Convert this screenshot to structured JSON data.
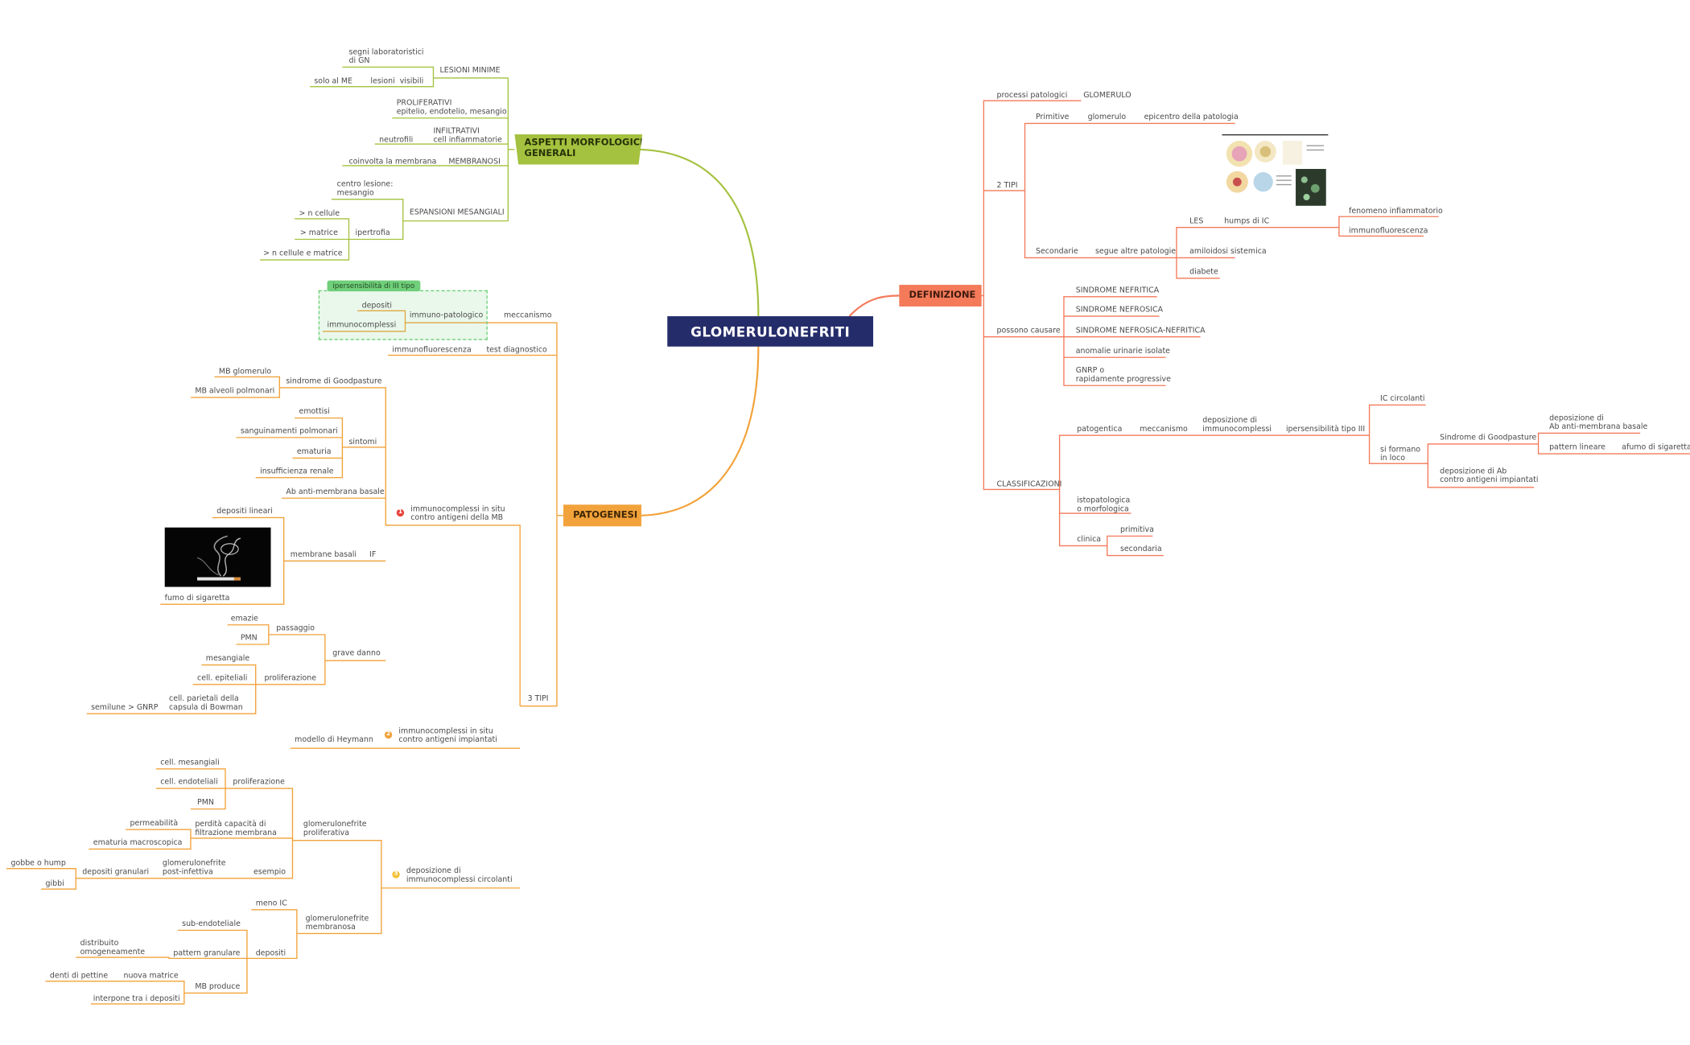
{
  "colors": {
    "root": "#252c6a",
    "green": "#a4c23f",
    "orange": "#f2a23a",
    "salmon": "#f47a5a",
    "boundary": "#6fcf7a"
  },
  "root": {
    "title": "GLOMERULONEFRITI"
  },
  "aspetti": {
    "title": "ASPETTI MORFOLOGICI\nGENERALI",
    "lesioni_minime": "LESIONI MINIME",
    "segni": "segni laboratoristici\ndi GN",
    "lesioni_visibili": "lesioni  visibili",
    "solo_me": "solo al ME",
    "proliferativi": "PROLIFERATIVI\nepitelio, endotelio, mesangio",
    "infiltrativi": "INFILTRATIVI\ncell infiammatorie",
    "neutrofili": "neutrofili",
    "membranosi": "MEMBRANOSI",
    "coinvolta": "coinvolta la membrana",
    "espansioni": "ESPANSIONI MESANGIALI",
    "centro_lesione": "centro lesione:\nmesangio",
    "ipertrofia": "ipertrofia",
    "n_cellule": "> n cellule",
    "matrice": "> matrice",
    "n_cellule_matrice": "> n cellule e matrice"
  },
  "patogenesi": {
    "title": "PATOGENESI",
    "meccanismo": "meccanismo",
    "immuno_patologico": "immuno-patologico",
    "depositi": "depositi",
    "immunocomplessi": "immunocomplessi",
    "tag": "ipersensibilità di III tipo",
    "test_diagnostico": "test diagnostico",
    "immunofluorescenza": "immunofluorescenza",
    "tre_tipi": "3 TIPI",
    "tipo1": {
      "marker": "1",
      "label": "immunocomplessi in situ\ncontro antigeni della MB",
      "goodpasture": "sindrome di Goodpasture",
      "mb_glomerulo": "MB glomerulo",
      "mb_alveoli": "MB alveoli polmonari",
      "sintomi": "sintomi",
      "emottisi": "emottisi",
      "sanguinamenti": "sanguinamenti polmonari",
      "ematuria": "ematuria",
      "insufficienza": "insufficienza renale",
      "ab_anti": "Ab anti-membrana basale",
      "if": "IF",
      "membrane_basali": "membrane basali",
      "depositi_lineari": "depositi lineari",
      "fumo": "fumo di sigaretta",
      "grave_danno": "grave danno",
      "passaggio": "passaggio",
      "emazie": "emazie",
      "pmn": "PMN",
      "proliferazione": "proliferazione",
      "mesangiale": "mesangiale",
      "cell_epiteliali": "cell. epiteliali",
      "cell_parietali": "cell. parietali della\ncapsula di Bowman",
      "semilune": "semilune > GNRP"
    },
    "tipo2": {
      "marker": "2",
      "label": "immunocomplessi in situ\ncontro antigeni impiantati",
      "modello": "modello di Heymann"
    },
    "tipo3": {
      "marker": "3",
      "label": "deposizione di\nimmunocomplessi circolanti",
      "proliferativa": "glomerulonefrite\nproliferativa",
      "proliferazione": "proliferazione",
      "cell_mesangiali": "cell. mesangiali",
      "cell_endoteliali": "cell. endoteliali",
      "pmn": "PMN",
      "perdita": "perdità capacità di\nfiltrazione membrana",
      "permeabilita": "permeabilità",
      "ematuria_macro": "ematuria macroscopica",
      "esempio": "esempio",
      "post_infettiva": "glomerulonefrite\npost-infettiva",
      "depositi_granulari": "depositi granulari",
      "gobbe": "gobbe o hump",
      "gibbi": "gibbi",
      "membranosa": "glomerulonefrite\nmembranosa",
      "meno_ic": "meno IC",
      "depositi": "depositi",
      "sub_endoteliale": "sub-endoteliale",
      "pattern_granulare": "pattern granulare",
      "distribuito": "distribuito\nomogeneamente",
      "mb_produce": "MB produce",
      "nuova_matrice": "nuova matrice",
      "denti": "denti di pettine",
      "interpone": "interpone tra i depositi"
    }
  },
  "definizione": {
    "title": "DEFINIZIONE",
    "processi": "processi patologici",
    "glomerulo_caps": "GLOMERULO",
    "due_tipi": "2 TIPI",
    "primitive": "Primitive",
    "glomerulo": "glomerulo",
    "epicentro": "epicentro della patologia",
    "secondarie": "Secondarie",
    "segue": "segue altre patologie",
    "les": "LES",
    "humps": "humps di IC",
    "fenomeno": "fenomeno infiammatorio",
    "immunofluorescenza": "immunofluorescenza",
    "amiloidosi": "amiloidosi sistemica",
    "diabete": "diabete",
    "possono": "possono causare",
    "nefritica": "SINDROME NEFRITICA",
    "nefrosica": "SINDROME NEFROSICA",
    "nefrosica_nefritica": "SINDROME NEFROSICA-NEFRITICA",
    "anomalie": "anomalie urinarie isolate",
    "gnrp": "GNRP o\nrapidamente progressive",
    "classificazioni": "CLASSIFICAZIONI",
    "patogentica": "patogentica",
    "meccanismo": "meccanismo",
    "deposizione": "deposizione di\nimmunocomplessi",
    "ipersensibilita": "ipersensibilità tipo III",
    "ic_circolanti": "IC circolanti",
    "si_formano": "si formano\nin loco",
    "goodpasture": "Sindrome di Goodpasture",
    "deposizione_ab": "deposizione di\nAb anti-membrana basale",
    "pattern_lineare": "pattern lineare",
    "afumo": "afumo di sigaretta",
    "deposizione_ab_imp": "deposizione di Ab\ncontro antigeni impiantati",
    "istopatologica": "istopatologica\no morfologica",
    "clinica": "clinica",
    "primitiva": "primitiva",
    "secondaria": "secondaria"
  }
}
